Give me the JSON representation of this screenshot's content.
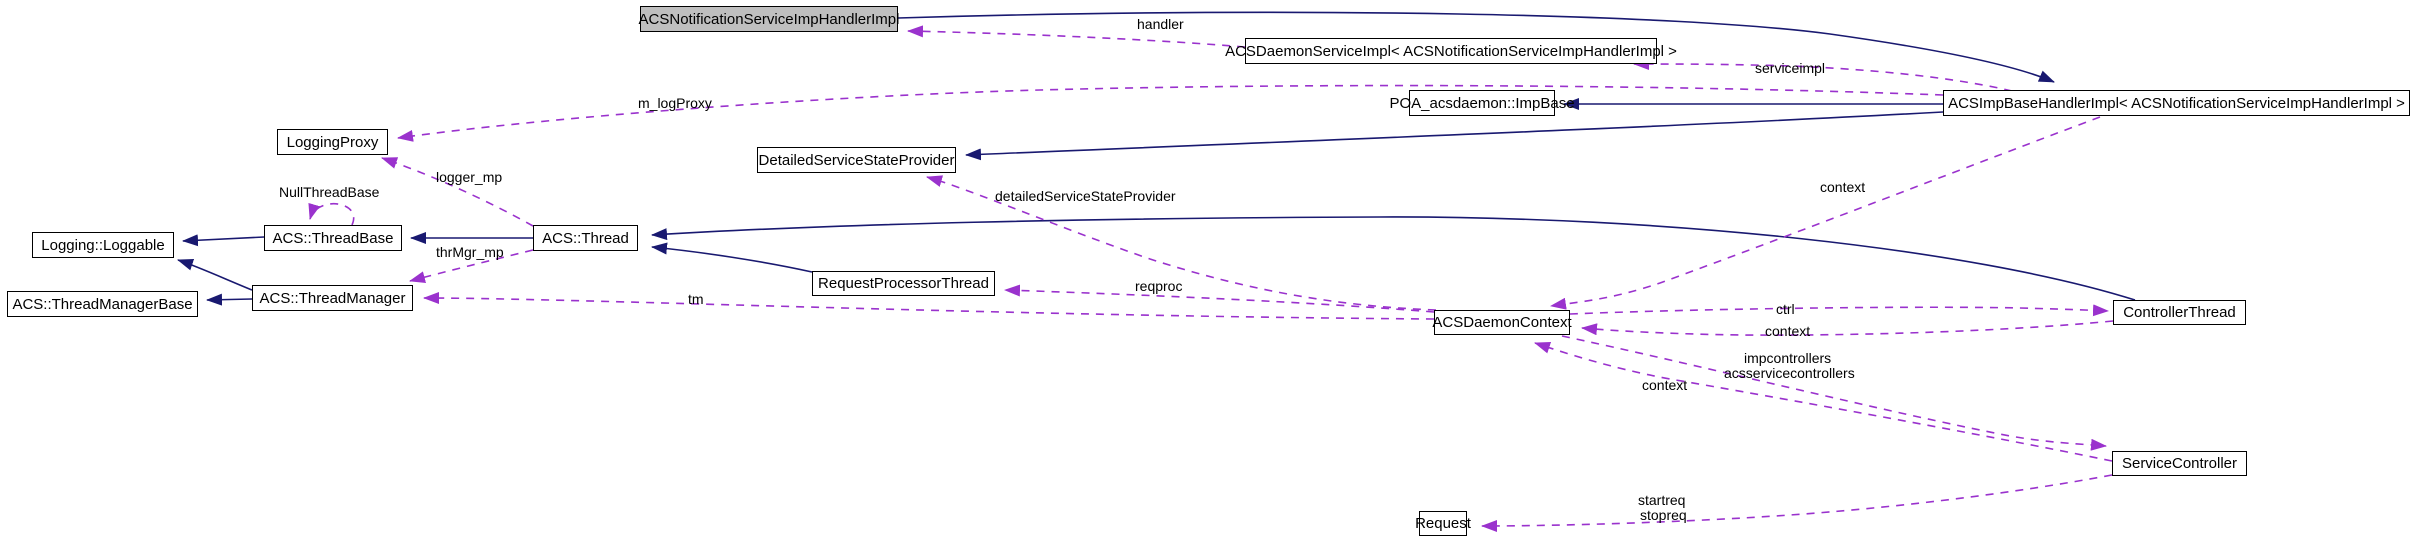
{
  "colors": {
    "inheritance_edge": "#191970",
    "usage_edge": "#9a32cd",
    "node_border": "#000000",
    "node_fill": "#ffffff",
    "main_node_fill": "#bfbfbf",
    "text": "#000000",
    "background": "#ffffff"
  },
  "nodes": [
    {
      "label": "ACSNotificationServiceImpHandlerImpl"
    },
    {
      "label": "ACSDaemonServiceImpl< ACSNotificationServiceImpHandlerImpl >"
    },
    {
      "label": "POA_acsdaemon::ImpBase"
    },
    {
      "label": "ACSImpBaseHandlerImpl< ACSNotificationServiceImpHandlerImpl >"
    },
    {
      "label": "LoggingProxy"
    },
    {
      "label": "DetailedServiceStateProvider"
    },
    {
      "label": "Logging::Loggable"
    },
    {
      "label": "ACS::ThreadBase"
    },
    {
      "label": "ACS::Thread"
    },
    {
      "label": "ACS::ThreadManagerBase"
    },
    {
      "label": "ACS::ThreadManager"
    },
    {
      "label": "RequestProcessorThread"
    },
    {
      "label": "ACSDaemonContext"
    },
    {
      "label": "ControllerThread"
    },
    {
      "label": "ServiceController"
    },
    {
      "label": "Request"
    }
  ],
  "edge_labels": [
    {
      "text": "handler"
    },
    {
      "text": "serviceimpl"
    },
    {
      "text": "m_logProxy"
    },
    {
      "text": "logger_mp"
    },
    {
      "text": "NullThreadBase"
    },
    {
      "text": "thrMgr_mp"
    },
    {
      "text": "tm"
    },
    {
      "text": "reqproc"
    },
    {
      "text": "detailedServiceStateProvider"
    },
    {
      "text": "context"
    },
    {
      "text": "ctrl"
    },
    {
      "text": "context"
    },
    {
      "text": "impcontrollers"
    },
    {
      "text": "acsservicecontrollers"
    },
    {
      "text": "context"
    },
    {
      "text": "startreq"
    },
    {
      "text": "stopreq"
    }
  ]
}
